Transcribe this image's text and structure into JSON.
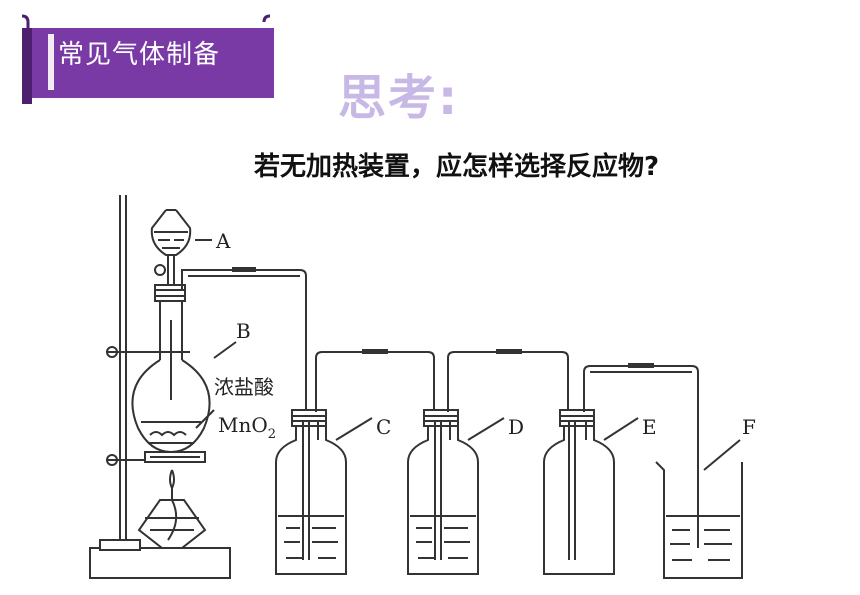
{
  "header": {
    "banner_title": "常见气体制备",
    "think_title": "思考:",
    "question": "若无加热装置，应怎样选择反应物?"
  },
  "diagram": {
    "labels": {
      "a": "A",
      "b": "B",
      "acid": "浓盐酸",
      "mno2_main": "MnO",
      "mno2_sub": "2",
      "c": "C",
      "d": "D",
      "e": "E",
      "f": "F"
    }
  },
  "colors": {
    "banner": "#7a3aa6",
    "banner_dark": "#4d1f6e",
    "think": "#c7b8e6",
    "line": "#333333"
  }
}
